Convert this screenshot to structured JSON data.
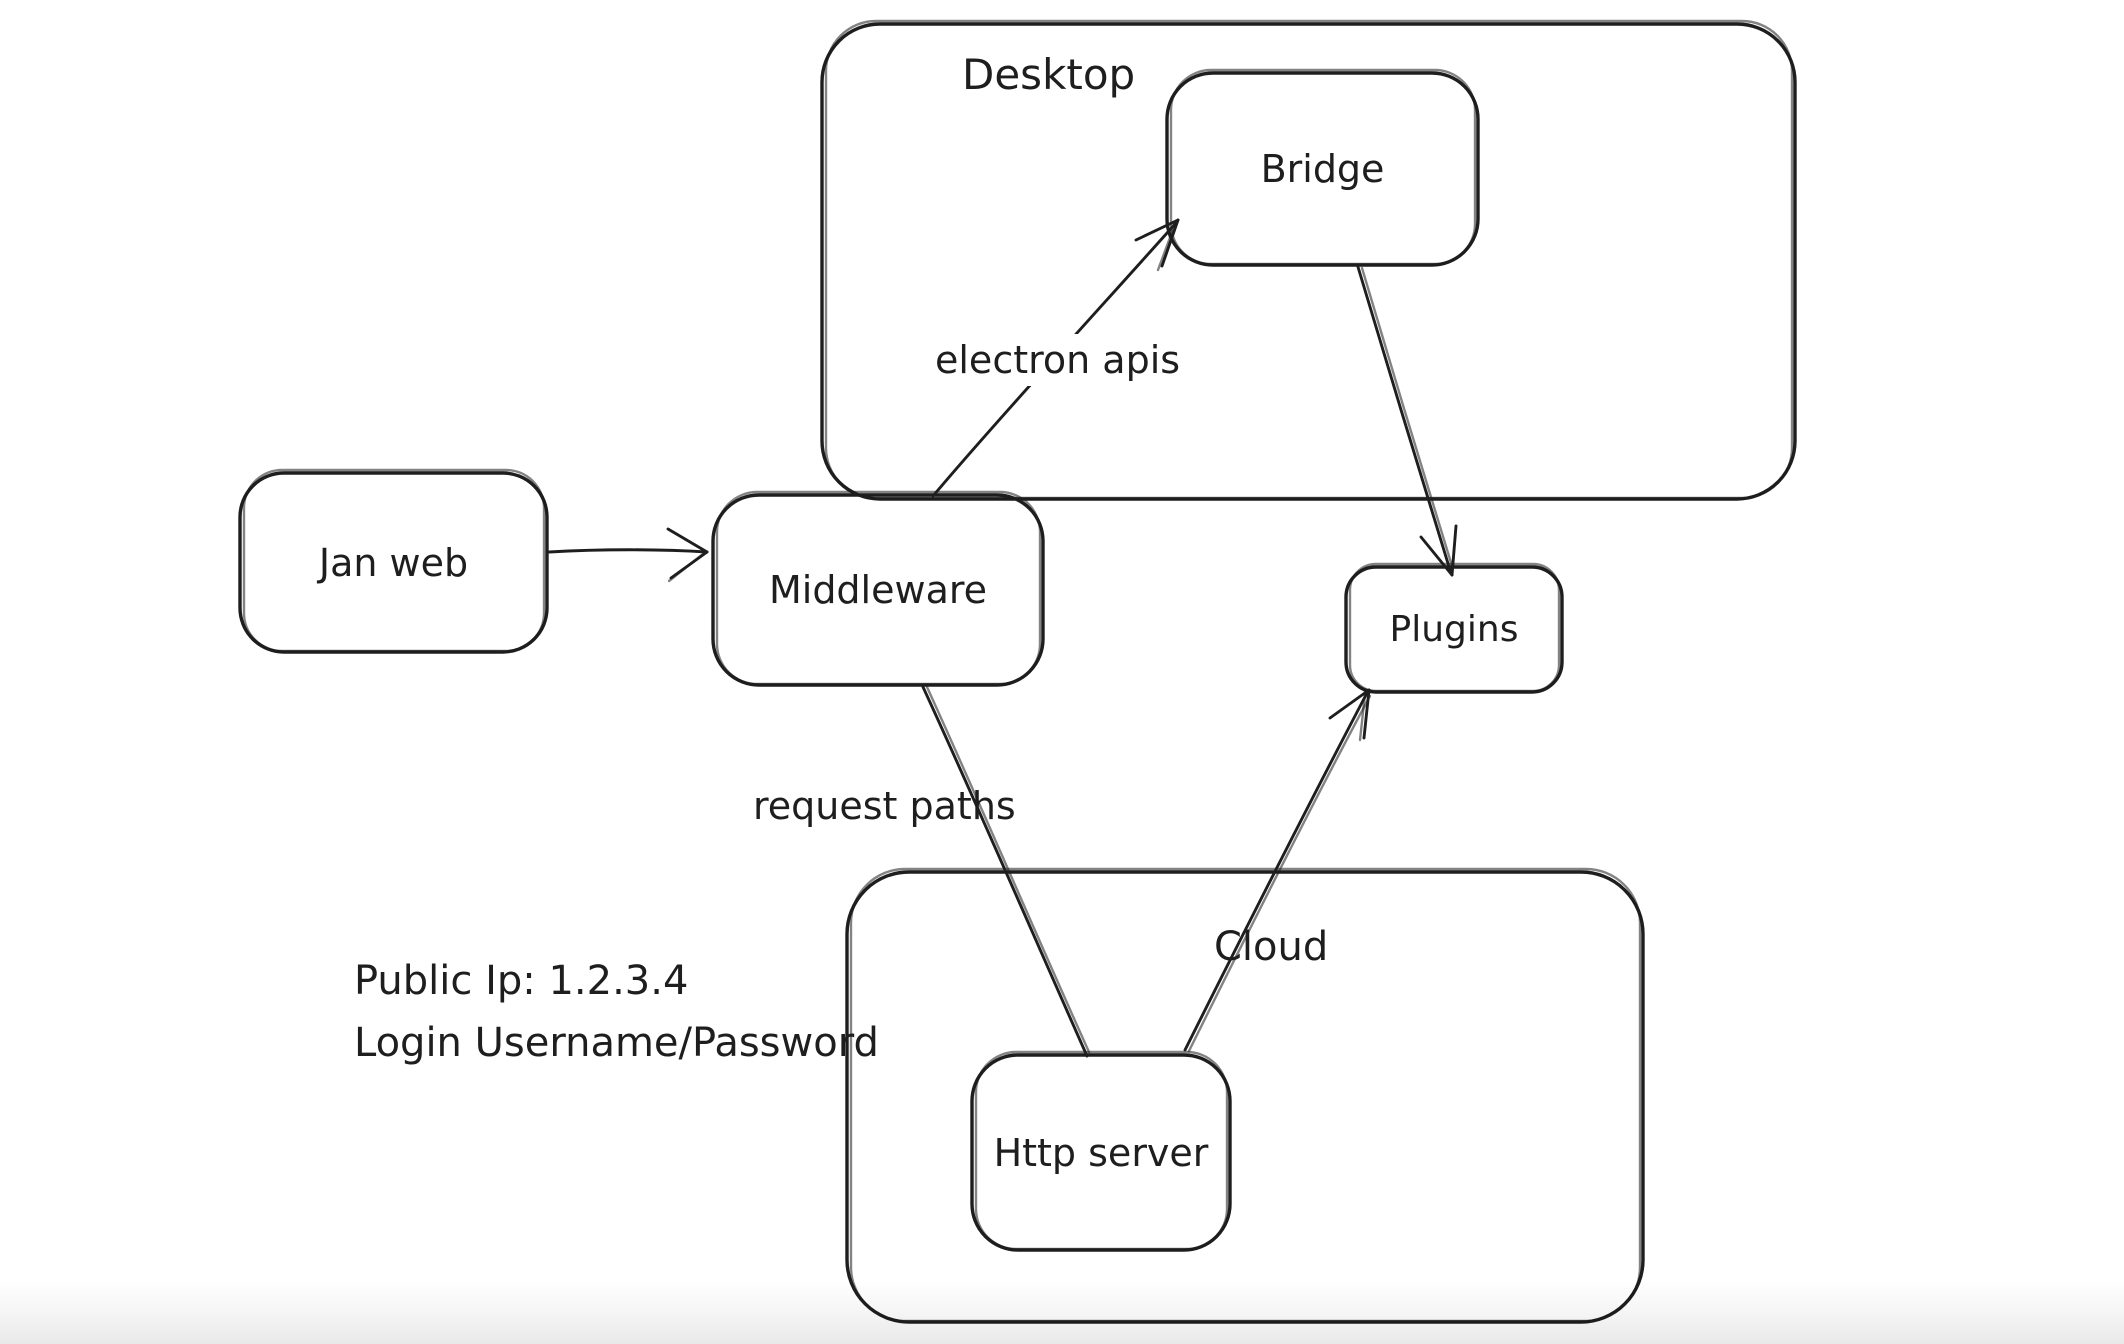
{
  "canvas": {
    "background": "#ffffff",
    "ink_color": "#1e1e1e",
    "bottom_fade_color": "#ececec"
  },
  "containers": [
    {
      "id": "desktop",
      "label": "Desktop"
    },
    {
      "id": "cloud",
      "label": "Cloud"
    }
  ],
  "nodes": [
    {
      "id": "jan-web",
      "label": "Jan web"
    },
    {
      "id": "middleware",
      "label": "Middleware"
    },
    {
      "id": "bridge",
      "label": "Bridge"
    },
    {
      "id": "plugins",
      "label": "Plugins"
    },
    {
      "id": "http-server",
      "label": "Http server"
    }
  ],
  "edges": [
    {
      "id": "jan-web-to-middleware",
      "from": "jan-web",
      "to": "middleware"
    },
    {
      "id": "middleware-to-bridge",
      "from": "middleware",
      "to": "bridge",
      "label": "electron apis"
    },
    {
      "id": "bridge-to-plugins",
      "from": "bridge",
      "to": "plugins"
    },
    {
      "id": "middleware-to-http-server",
      "from": "middleware",
      "to": "http-server",
      "label": "request paths"
    },
    {
      "id": "http-server-to-plugins",
      "from": "http-server",
      "to": "plugins"
    }
  ],
  "annotations": [
    {
      "id": "public-ip",
      "text": "Public Ip: 1.2.3.4"
    },
    {
      "id": "login-credentials",
      "text": "Login Username/Password"
    }
  ]
}
